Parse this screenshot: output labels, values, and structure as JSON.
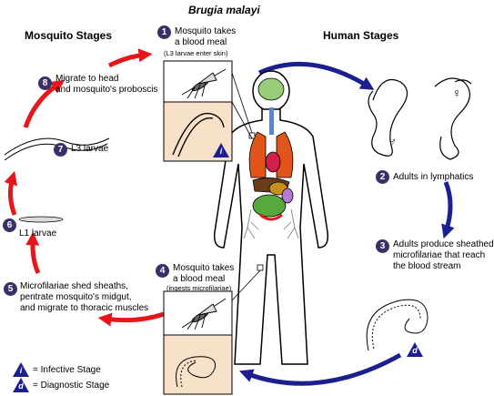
{
  "title": "Brugia malayi",
  "sections": {
    "mosquito": "Mosquito Stages",
    "human": "Human Stages"
  },
  "steps": [
    {
      "num": "1",
      "text": [
        "Mosquito takes",
        "a blood meal"
      ],
      "sub": "(L3 larvae enter skin)"
    },
    {
      "num": "2",
      "text": [
        "Adults in lymphatics"
      ]
    },
    {
      "num": "3",
      "text": [
        "Adults produce sheathed",
        "microfilariae that reach",
        "the blood stream"
      ]
    },
    {
      "num": "4",
      "text": [
        "Mosquito takes",
        "a blood meal"
      ],
      "sub": "(ingests microfilariae)"
    },
    {
      "num": "5",
      "text": [
        "Microfilariae shed sheaths,",
        "pentrate mosquito's midgut,",
        "and migrate to thoracic muscles"
      ]
    },
    {
      "num": "6",
      "text": [
        "L1 larvae"
      ]
    },
    {
      "num": "7",
      "text": [
        "L3 larvae"
      ]
    },
    {
      "num": "8",
      "text": [
        "Migrate to head",
        "and mosquito's proboscis"
      ]
    }
  ],
  "badges": {
    "infective": "i",
    "diagnostic": "d"
  },
  "sex_symbols": {
    "female": "♀",
    "male": "♂"
  },
  "legend": {
    "infective": "= Infective Stage",
    "diagnostic": "= Diagnostic Stage"
  },
  "colors": {
    "mosquito_arrow": "#e8161b",
    "human_arrow": "#1b1f8f",
    "badge": "#1b1f8f",
    "number_circle": "#3a2f67",
    "inset_bg": "#f7e1c8"
  }
}
